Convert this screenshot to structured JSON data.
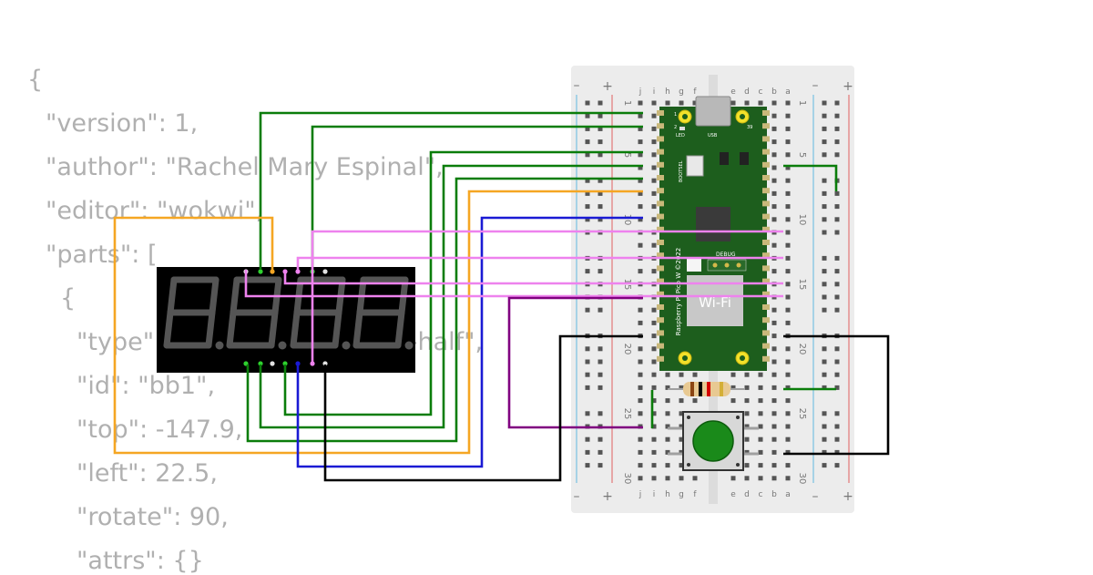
{
  "code_lines": [
    "{",
    "\"version\": 1,",
    "\"author\": \"Rachel Mary Espinal\",",
    "\"editor\": \"wokwi\",",
    "\"parts\": [",
    "{",
    "\"type\": \"wokwi-breadboard-half\",",
    "\"id\": \"bb1\",",
    "\"top\": -147.9,",
    "\"left\": 22.5,",
    "\"rotate\": 90,",
    "\"attrs\": {}"
  ],
  "breadboard": {
    "col_letters_left": [
      "j",
      "i",
      "h",
      "g",
      "f"
    ],
    "col_letters_right": [
      "e",
      "d",
      "c",
      "b",
      "a"
    ],
    "row_labels": [
      "1",
      "5",
      "10",
      "15",
      "20",
      "25",
      "30"
    ],
    "rail_plus": "+",
    "rail_minus": "–"
  },
  "pico": {
    "name": "Raspberry Pi Pico W ©2022",
    "usb": "USB",
    "led": "LED",
    "bootsel": "BOOTSEL",
    "debug": "DEBUG",
    "wifi": "Wi-Fi",
    "pin_1": "1",
    "pin_2": "2",
    "pin_39": "39"
  },
  "display": {
    "digits": "8.8.8.8.",
    "segment_color": "#555555",
    "body_color": "#000000"
  },
  "resistor": {
    "bands": [
      "#8b4513",
      "#000000",
      "#d40000",
      "#d4af37"
    ]
  },
  "button": {
    "color": "#1a8a1a"
  },
  "colors": {
    "wire_green": "#0a7d0a",
    "wire_orange": "#f5a623",
    "wire_blue": "#1a1ad4",
    "wire_violet": "#ee82ee",
    "wire_purple": "#800080",
    "wire_black": "#000000",
    "pico_board": "#1d5e1d",
    "breadboard_bg": "#ececec",
    "rail_red": "#e06060",
    "rail_blue": "#60b8e0"
  }
}
